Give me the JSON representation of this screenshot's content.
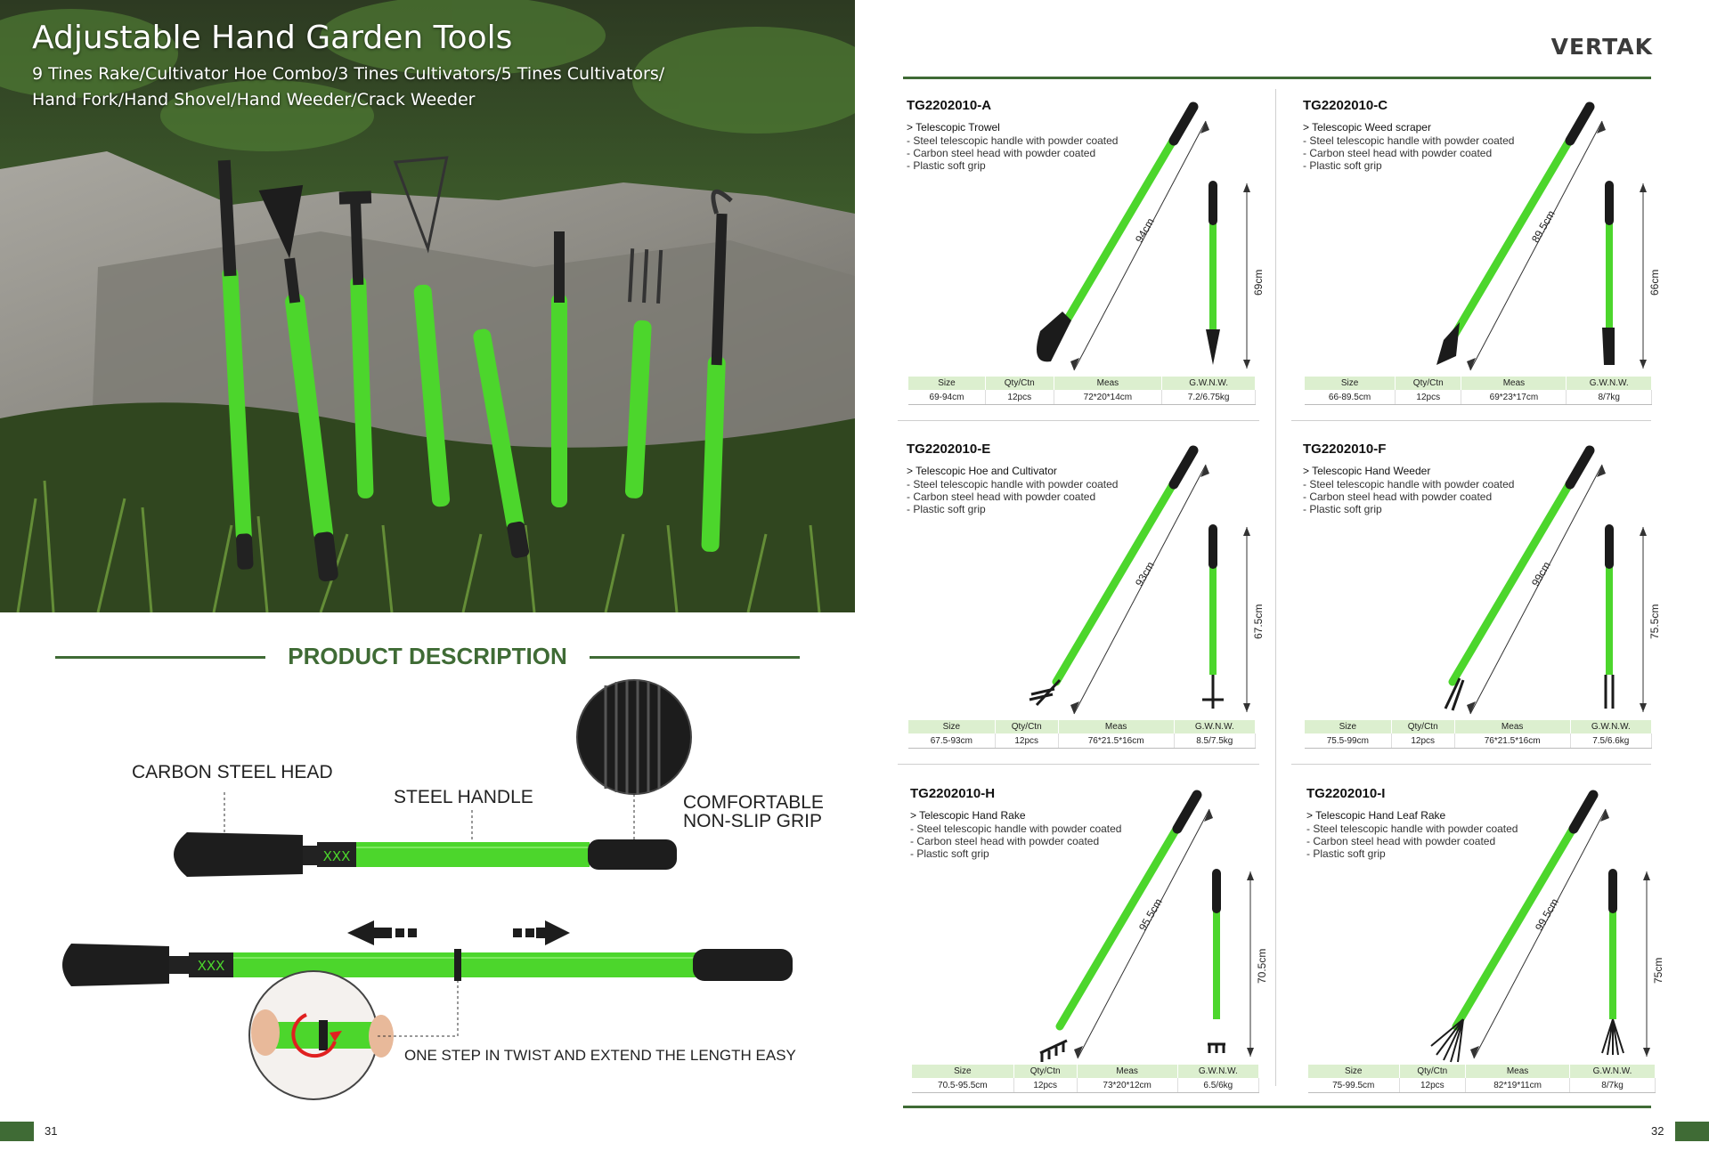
{
  "left_page": {
    "title": "Adjustable Hand Garden Tools",
    "subtitle_line1": "9 Tines Rake/Cultivator Hoe Combo/3 Tines Cultivators/5 Tines Cultivators/",
    "subtitle_line2": "Hand Fork/Hand Shovel/Hand Weeder/Crack Weeder",
    "section_title": "PRODUCT DESCRIPTION",
    "callout_head": "CARBON STEEL HEAD",
    "callout_handle": "STEEL HANDLE",
    "callout_grip_line1": "COMFORTABLE",
    "callout_grip_line2": "NON-SLIP GRIP",
    "twist_caption": "ONE STEP IN TWIST AND EXTEND THE LENGTH EASY",
    "page_number": "31"
  },
  "right_page": {
    "brand": "VERTAK",
    "page_number": "32",
    "spec_headers": [
      "Size",
      "Qty/Ctn",
      "Meas",
      "G.W.N.W."
    ],
    "products": [
      {
        "code": "TG2202010-A",
        "name": "> Telescopic Trowel",
        "features": [
          "- Steel telescopic handle with powder coated",
          "- Carbon steel head with powder coated",
          "- Plastic soft grip"
        ],
        "long_dim": "94cm",
        "short_dim": "69cm",
        "size": "69-94cm",
        "qty": "12pcs",
        "meas": "72*20*14cm",
        "gw": "7.2/6.75kg",
        "head": "trowel"
      },
      {
        "code": "TG2202010-C",
        "name": "> Telescopic Weed scraper",
        "features": [
          "- Steel telescopic handle with powder coated",
          "- Carbon steel head with powder coated",
          "- Plastic soft grip"
        ],
        "long_dim": "89.5cm",
        "short_dim": "66cm",
        "size": "66-89.5cm",
        "qty": "12pcs",
        "meas": "69*23*17cm",
        "gw": "8/7kg",
        "head": "scraper"
      },
      {
        "code": "TG2202010-E",
        "name": "> Telescopic Hoe and Cultivator",
        "features": [
          "- Steel telescopic handle with powder coated",
          "- Carbon steel head with powder coated",
          "- Plastic soft grip"
        ],
        "long_dim": "93cm",
        "short_dim": "67.5cm",
        "size": "67.5-93cm",
        "qty": "12pcs",
        "meas": "76*21.5*16cm",
        "gw": "8.5/7.5kg",
        "head": "hoe"
      },
      {
        "code": "TG2202010-F",
        "name": "> Telescopic Hand Weeder",
        "features": [
          "- Steel telescopic handle with powder coated",
          "- Carbon steel head with powder coated",
          "- Plastic soft grip"
        ],
        "long_dim": "99cm",
        "short_dim": "75.5cm",
        "size": "75.5-99cm",
        "qty": "12pcs",
        "meas": "76*21.5*16cm",
        "gw": "7.5/6.6kg",
        "head": "weeder"
      },
      {
        "code": "TG2202010-H",
        "name": "> Telescopic Hand Rake",
        "features": [
          "- Steel telescopic handle with powder coated",
          "- Carbon steel head with powder coated",
          "- Plastic soft grip"
        ],
        "long_dim": "95.5cm",
        "short_dim": "70.5cm",
        "size": "70.5-95.5cm",
        "qty": "12pcs",
        "meas": "73*20*12cm",
        "gw": "6.5/6kg",
        "head": "rake"
      },
      {
        "code": "TG2202010-I",
        "name": "> Telescopic Hand Leaf Rake",
        "features": [
          "- Steel telescopic handle with powder coated",
          "- Carbon steel head with powder coated",
          "- Plastic soft grip"
        ],
        "long_dim": "99.5cm",
        "short_dim": "75cm",
        "size": "75-99.5cm",
        "qty": "12pcs",
        "meas": "82*19*11cm",
        "gw": "8/7kg",
        "head": "leafrake"
      }
    ]
  },
  "colors": {
    "brand_green": "#3f6b35",
    "handle_green": "#4cd62c",
    "spec_header_bg": "#dcefcf"
  }
}
